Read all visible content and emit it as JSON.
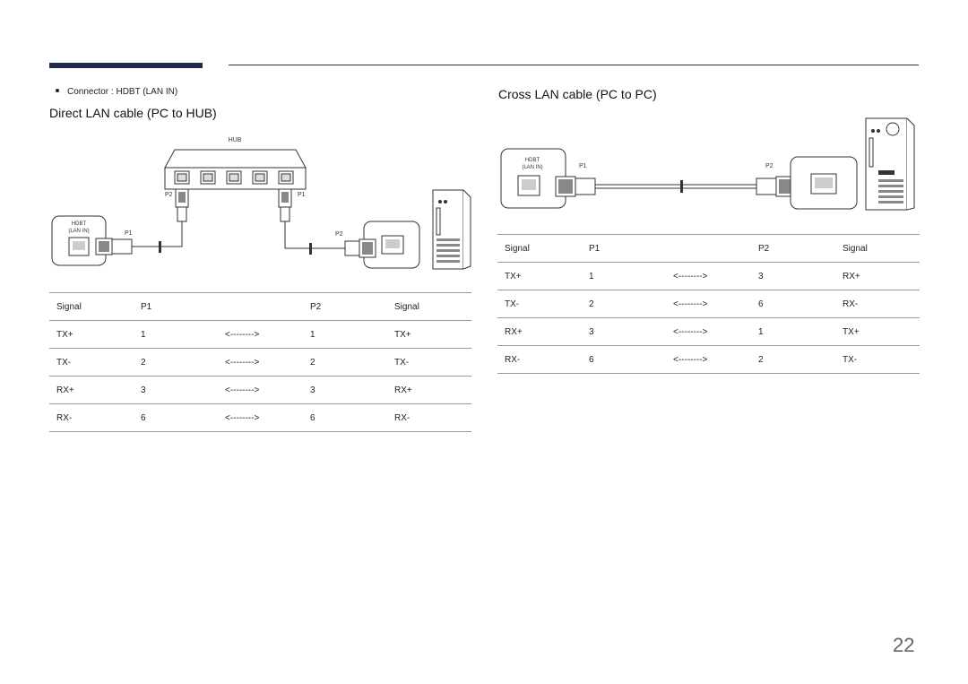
{
  "bullet": {
    "label": "Connector : HDBT (LAN IN)"
  },
  "left_section": {
    "title": "Direct LAN cable (PC to HUB)",
    "diagram": {
      "hub_label": "HUB",
      "hdbt_label_line1": "HDBT",
      "hdbt_label_line2": "(LAN IN)",
      "p1": "P1",
      "p2": "P2"
    },
    "table": {
      "headers": [
        "Signal",
        "P1",
        "",
        "P2",
        "Signal"
      ],
      "rows": [
        [
          "TX+",
          "1",
          "<-------->",
          "1",
          "TX+"
        ],
        [
          "TX-",
          "2",
          "<-------->",
          "2",
          "TX-"
        ],
        [
          "RX+",
          "3",
          "<-------->",
          "3",
          "RX+"
        ],
        [
          "RX-",
          "6",
          "<-------->",
          "6",
          "RX-"
        ]
      ]
    }
  },
  "right_section": {
    "title": "Cross LAN cable (PC to PC)",
    "diagram": {
      "hdbt_label_line1": "HDBT",
      "hdbt_label_line2": "(LAN IN)",
      "p1": "P1",
      "p2": "P2"
    },
    "table": {
      "headers": [
        "Signal",
        "P1",
        "",
        "P2",
        "Signal"
      ],
      "rows": [
        [
          "TX+",
          "1",
          "<-------->",
          "3",
          "RX+"
        ],
        [
          "TX-",
          "2",
          "<-------->",
          "6",
          "RX-"
        ],
        [
          "RX+",
          "3",
          "<-------->",
          "1",
          "TX+"
        ],
        [
          "RX-",
          "6",
          "<-------->",
          "2",
          "TX-"
        ]
      ]
    }
  },
  "page_number": "22"
}
